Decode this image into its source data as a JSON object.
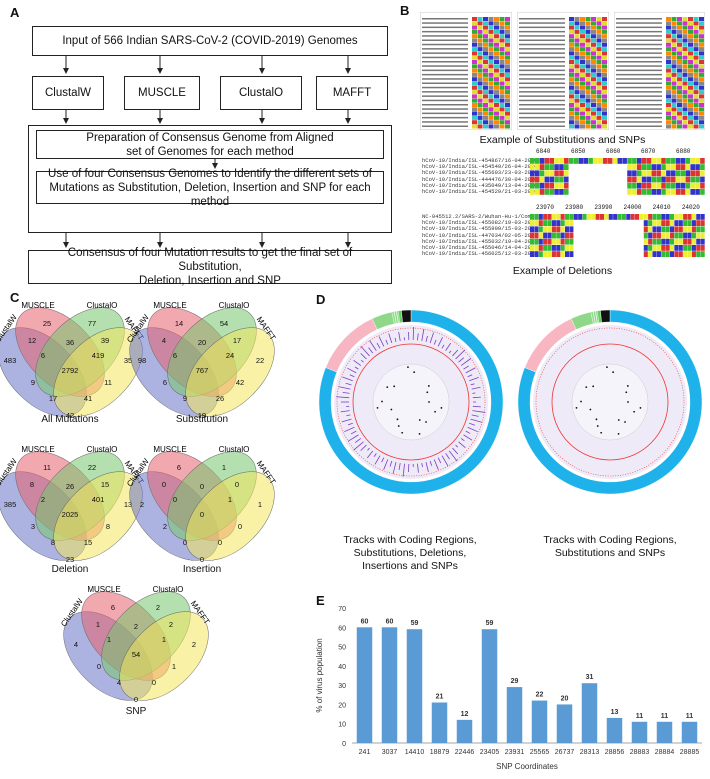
{
  "panels": {
    "a": "A",
    "b": "B",
    "c": "C",
    "d": "D",
    "e": "E"
  },
  "flowchart": {
    "input": "Input of 566 Indian SARS-CoV-2 (COVID-2019) Genomes",
    "methods": [
      "ClustalW",
      "MUSCLE",
      "ClustalO",
      "MAFFT"
    ],
    "consensus_line1": "Preparation of Consensus Genome from Aligned",
    "consensus_line2": "set of Genomes for each method",
    "use_line1": "Use of four Consensus Genomes to Identify the different sets of",
    "use_line2": "Mutations as Substitution, Deletion, Insertion and SNP for each method",
    "final_line1": "Consensus of four Mutation results to get the final set of Substitution,",
    "final_line2": "Deletion, Insertion and SNP"
  },
  "panel_b": {
    "caption_top": "Example of Substitutions and SNPs",
    "caption_bottom": "Example of Deletions",
    "ruler_top": [
      "6840",
      "6850",
      "6860",
      "6870",
      "6880"
    ],
    "ruler_bottom": [
      "23970",
      "23980",
      "23990",
      "24000",
      "24010",
      "24020"
    ],
    "seq_rows_top": [
      "hCoV-19/India/ISL-454867/16-04-2020",
      "hCoV-19/India/ISL-454549/26-04-2020",
      "hCoV-19/India/ISL-455603/23-03-2020",
      "hCoV-19/India/ISL-444476/30-04-2020",
      "hCoV-19/India/ISL-435049/13-04-2020",
      "hCoV-19/India/ISL-454529/21-03-2020"
    ],
    "seq_rows_bottom": [
      "NC-045512.2/SARS-2/Wuhan-Hu-1/Comp",
      "hCoV-19/India/ISL-455082/19-03-2020",
      "hCoV-19/India/ISL-455999/15-03-2020",
      "hCoV-19/India/ISL-447034/02-05-2020",
      "hCoV-19/India/ISL-455032/19-04-2020",
      "hCoV-19/India/ISL-455046/14-04-2020",
      "hCoV-19/India/ISL-456025/12-03-2020"
    ]
  },
  "venn_labels": [
    "ClustalW",
    "MUSCLE",
    "ClustalO",
    "MAFFT"
  ],
  "venns": [
    {
      "title": "All Mutations",
      "values": [
        "25",
        "77",
        "483",
        "12",
        "36",
        "39",
        "35",
        "6",
        "419",
        "2792",
        "11",
        "9",
        "17",
        "41",
        "42"
      ]
    },
    {
      "title": "Substitution",
      "values": [
        "14",
        "54",
        "98",
        "4",
        "20",
        "17",
        "22",
        "6",
        "24",
        "767",
        "42",
        "6",
        "9",
        "26",
        "19"
      ]
    },
    {
      "title": "Deletion",
      "values": [
        "11",
        "22",
        "385",
        "8",
        "26",
        "15",
        "13",
        "2",
        "401",
        "2025",
        "8",
        "3",
        "8",
        "15",
        "23"
      ]
    },
    {
      "title": "Insertion",
      "values": [
        "6",
        "1",
        "2",
        "0",
        "0",
        "0",
        "1",
        "0",
        "1",
        "0",
        "0",
        "2",
        "0",
        "0",
        "0"
      ]
    },
    {
      "title": "SNP",
      "values": [
        "6",
        "2",
        "4",
        "1",
        "2",
        "2",
        "2",
        "1",
        "1",
        "54",
        "1",
        "0",
        "4",
        "0",
        "0"
      ]
    }
  ],
  "panel_d": {
    "caption_left": "Tracks with Coding Regions, Substitutions, Deletions, Insertions and SNPs",
    "caption_right": "Tracks with Coding Regions, Substitutions and SNPs"
  },
  "chart_data": {
    "type": "bar",
    "title": "",
    "xlabel": "SNP Coordinates",
    "ylabel": "% of virus population",
    "ylim": [
      0,
      70
    ],
    "yticks": [
      0,
      10,
      20,
      30,
      40,
      50,
      60,
      70
    ],
    "categories": [
      "241",
      "3037",
      "14410",
      "18879",
      "22446",
      "23405",
      "23931",
      "25565",
      "26737",
      "28313",
      "28856",
      "28883",
      "28884",
      "28885"
    ],
    "values": [
      60,
      60,
      59,
      21,
      12,
      59,
      29,
      22,
      20,
      31,
      13,
      11,
      11,
      11
    ],
    "bar_color": "#5b9bd5",
    "grid": false
  },
  "colors": {
    "clustalw": "#6a74c9",
    "muscle": "#e8606e",
    "clustalo": "#77c76d",
    "mafft": "#f2e55c",
    "bar": "#5b9bd5"
  }
}
